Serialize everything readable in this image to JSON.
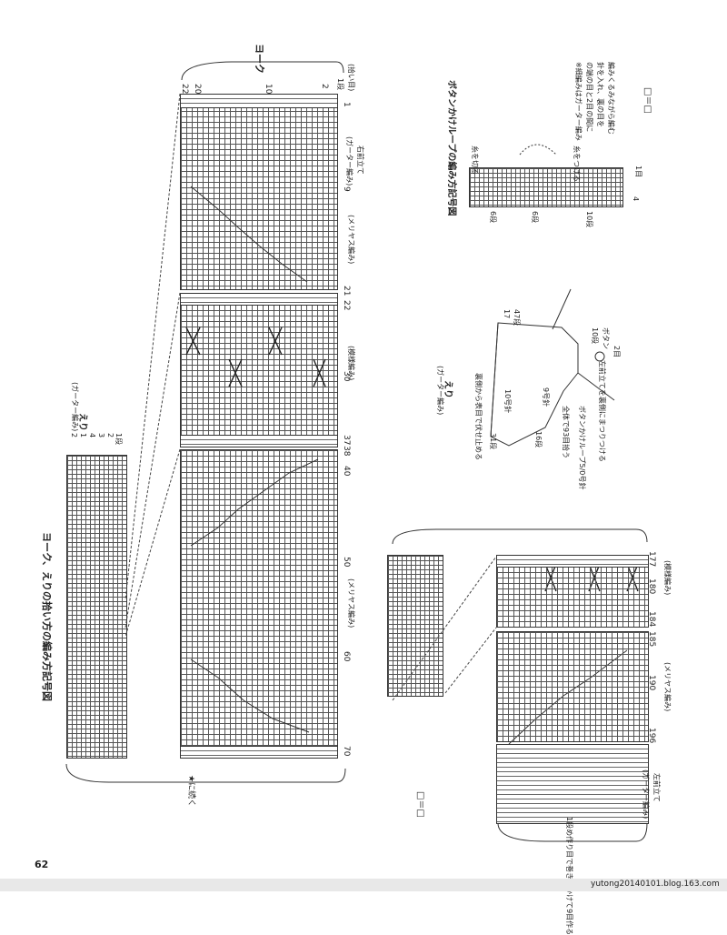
{
  "page_number": "62",
  "footer_url": "yutong20140101.blog.163.com",
  "main_title": "ヨーク、えりの拾い方の編み方記号図",
  "yoke": {
    "label": "ヨーク",
    "row_numbers_top": [
      "22",
      "20",
      "10",
      "2",
      "1"
    ],
    "pick_label": "(拾い目)",
    "step_label": "1段",
    "arrow_label": "2",
    "col_numbers": [
      "1",
      "9",
      "21",
      "22",
      "30",
      "37",
      "38",
      "40",
      "50",
      "60",
      "70"
    ],
    "right_front": "右前立て",
    "garter": "(ガーター編み)",
    "stockinette": "(メリヤス編み)",
    "pattern": "(模様編み)",
    "continue_label": "★に続く"
  },
  "collar": {
    "title": "えり",
    "sub": "(ガーター編み)",
    "rows": [
      "2",
      "1",
      "4",
      "3",
      "2",
      "1段"
    ],
    "row_words": [
      "段",
      "模",
      "様"
    ]
  },
  "legend": {
    "symbol": "□＝□"
  },
  "lower": {
    "col_numbers": [
      "177",
      "180",
      "184",
      "185",
      "190",
      "196"
    ],
    "left_front": "左前立て",
    "garter": "(ガーター編み)",
    "stockinette": "(メリヤス編み)",
    "pattern": "(模様編み)",
    "cast_on_note": "1段め作り目で巻き目かけて9目作る"
  },
  "button_loop": {
    "title": "ボタンかけループの編み方記号図",
    "note_lines": [
      "※細編みはガーター編み",
      "の端の目と2目の間に",
      "針を入れ、裏の目を",
      "編みくるみながら編む"
    ],
    "cut_label": "糸を切る",
    "attach_label": "糸をつける",
    "rows": [
      "6段",
      "6段",
      "10段",
      "4",
      "1目"
    ]
  },
  "diagram": {
    "collar_label": "えり",
    "collar_sub": "(ガーター編み)",
    "bind_off": "裏側から表目で伏せ止める",
    "needle10": "10号針",
    "needle9": "9号針",
    "rows_31": "31段",
    "rows_16": "16段",
    "rows_17": "17",
    "rows_47": "47段",
    "pick_total": "全体で93目拾う",
    "loop_note": "ボタンかけループ5/0号針",
    "left_band_note": "左前立てを裏側にまつりつける",
    "rows_10": "10段",
    "button": "ボタン",
    "two_st": "2目"
  }
}
